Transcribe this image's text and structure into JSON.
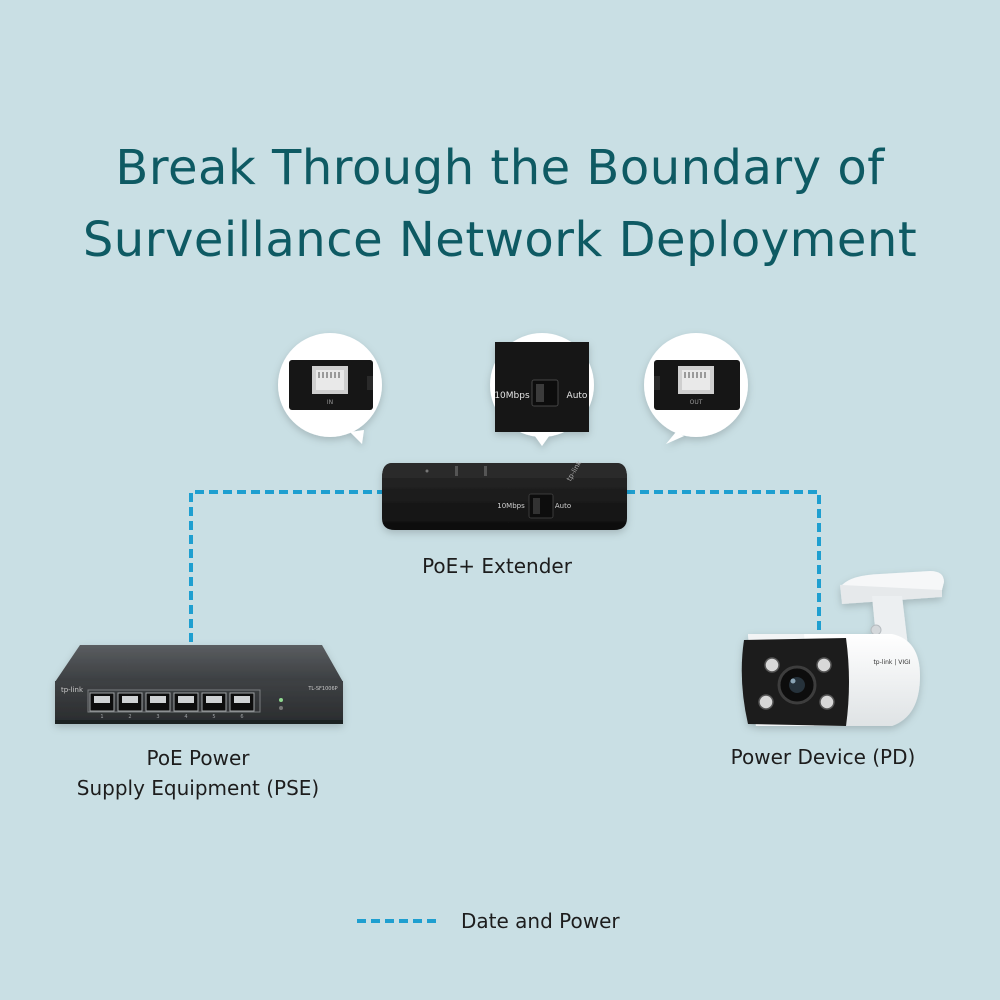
{
  "title": {
    "line1": "Break Through the Boundary of",
    "line2": "Surveillance Network Deployment"
  },
  "devices": {
    "switch": {
      "label_line1": "PoE Power",
      "label_line2": "Supply Equipment (PSE)",
      "brand": "tp-link",
      "model": "TL-SF1006P",
      "port_numbers": [
        "1",
        "2",
        "3",
        "4",
        "5",
        "6"
      ]
    },
    "extender": {
      "label": "PoE+ Extender",
      "switch_left": "10Mbps",
      "switch_right": "Auto",
      "port_in": "IN",
      "port_out": "OUT"
    },
    "camera": {
      "label": "Power Device (PD)",
      "brand": "tp-link | VIGI"
    }
  },
  "legend": {
    "text": "Date and Power",
    "line_color": "#1e9fd0"
  },
  "colors": {
    "background": "#c9dfe4",
    "title": "#0e5a63",
    "device_black": "#151515"
  }
}
